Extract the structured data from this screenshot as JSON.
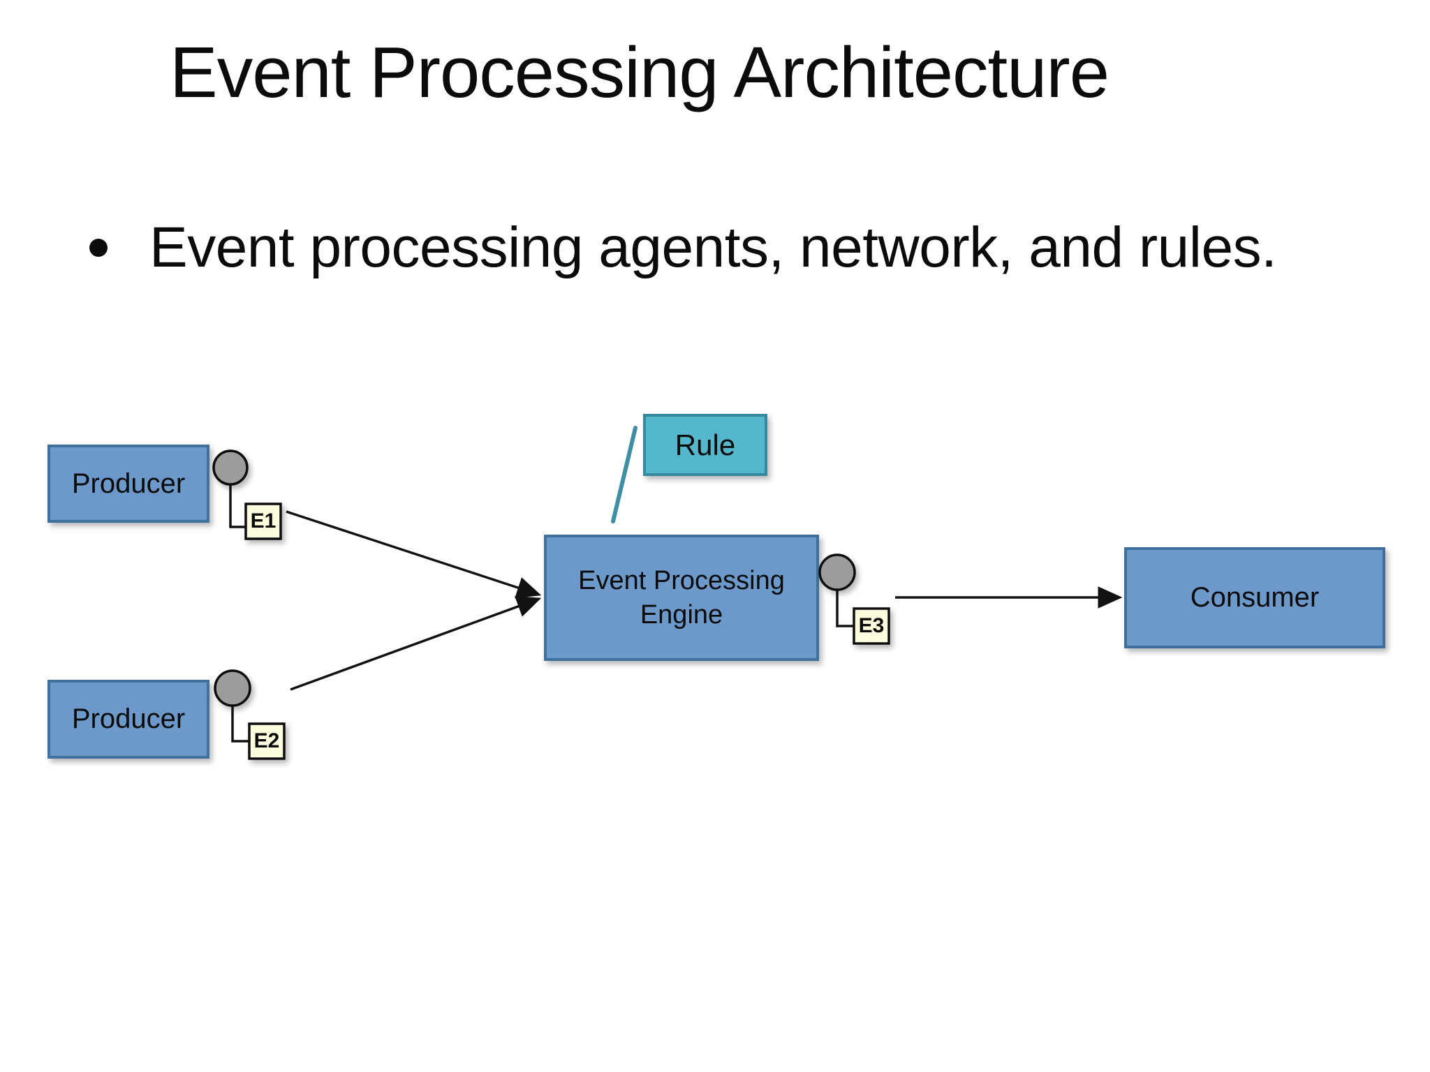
{
  "slide": {
    "title": "Event Processing Architecture",
    "bullets": [
      "Event processing agents, network, and rules."
    ]
  },
  "diagram": {
    "nodes": {
      "producer_top": {
        "label": "Producer"
      },
      "producer_bottom": {
        "label": "Producer"
      },
      "engine": {
        "label": "Event Processing\nEngine"
      },
      "consumer": {
        "label": "Consumer"
      },
      "rule": {
        "label": "Rule"
      }
    },
    "events": {
      "e1": {
        "label": "E1"
      },
      "e2": {
        "label": "E2"
      },
      "e3": {
        "label": "E3"
      }
    }
  },
  "colors": {
    "node_blue_fill": "#6C99CA",
    "node_blue_border": "#41719C",
    "rule_fill": "#54B7CB",
    "rule_border": "#35889E",
    "rule_line": "#3E8FA4",
    "event_box_fill": "#FCFCDE",
    "port_gray_fill": "#9C9C9C",
    "line_black": "#111111",
    "text_black": "#0B0B0B",
    "background": "#FFFFFF"
  }
}
